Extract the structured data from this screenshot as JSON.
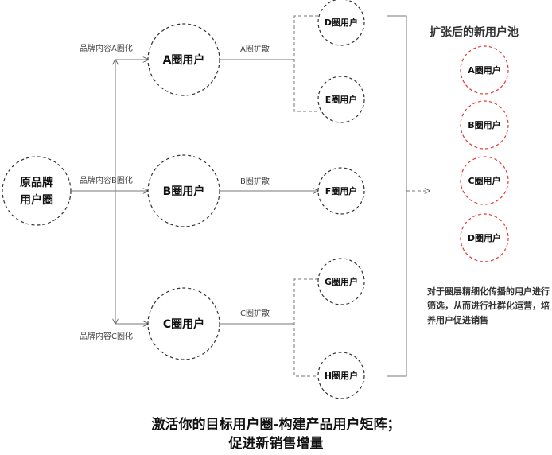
{
  "source": {
    "line1": "原品牌",
    "line2": "用户圈"
  },
  "branches": [
    {
      "edge_label": "品牌内容A圈化",
      "circle": "A圈用户",
      "expand_label": "A圈扩散",
      "targets": [
        "D圈用户",
        "E圈用户"
      ]
    },
    {
      "edge_label": "品牌内容B圈化",
      "circle": "B圈用户",
      "expand_label": "B圈扩散",
      "targets": [
        "F圈用户"
      ]
    },
    {
      "edge_label": "品牌内容C圈化",
      "circle": "C圈用户",
      "expand_label": "C圈扩散",
      "targets": [
        "G圈用户",
        "H圈用户"
      ]
    }
  ],
  "pool": {
    "title": "扩张后的新用户池",
    "items": [
      "A圈用户",
      "B圈用户",
      "C圈用户",
      "D圈用户"
    ],
    "description": "对于圈层精细化传播的用户进行筛选，从而进行社群化运营，培养用户促进销售"
  },
  "footer": {
    "line1": "激活你的目标用户圈-构建产品用户矩阵；",
    "line2": "促进新销售增量"
  },
  "colors": {
    "stroke": "#555555",
    "pool_stroke": "#e23b3b"
  }
}
